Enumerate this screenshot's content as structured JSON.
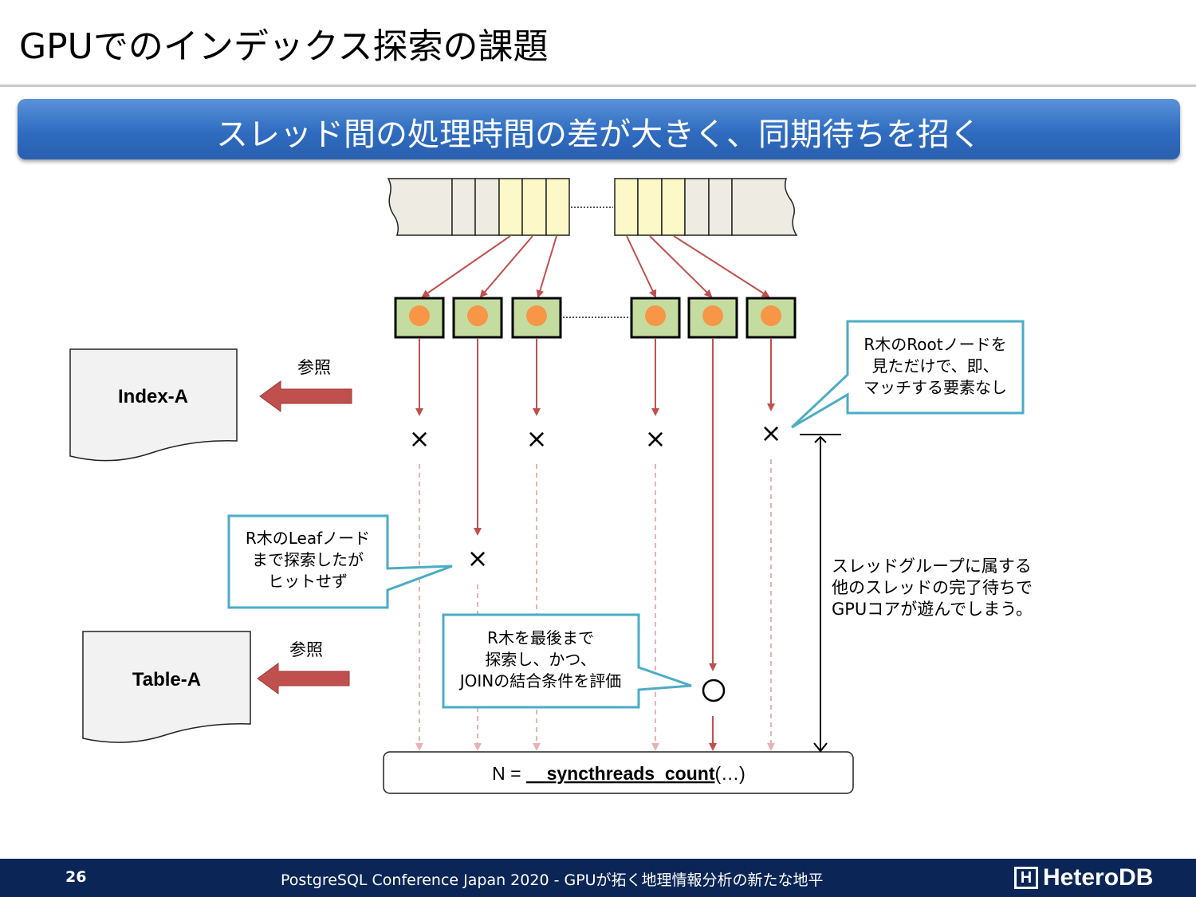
{
  "slide": {
    "title": "GPUでのインデックス探索の課題",
    "banner": "スレッド間の処理時間の差が大きく、同期待ちを招く"
  },
  "documents": {
    "index": {
      "label": "Index-A",
      "ref_label": "参照"
    },
    "table": {
      "label": "Table-A",
      "ref_label": "参照"
    }
  },
  "marks": {
    "miss": "×",
    "hit": "○"
  },
  "callouts": {
    "root": [
      "R木のRootノードを",
      "見ただけで、即、",
      "マッチする要素なし"
    ],
    "leaf": [
      "R木のLeafノード",
      "まで探索したが",
      "ヒットせず"
    ],
    "full": [
      "R木を最後まで",
      "探索し、かつ、",
      "JOINの結合条件を評価"
    ]
  },
  "wait_note": [
    "スレッドグループに属する",
    "他のスレッドの完了待ちで",
    "GPUコアが遊んでしまう。"
  ],
  "sync": {
    "prefix": "N = ",
    "func": "__syncthreads_count",
    "suffix": "(…)"
  },
  "footer": {
    "page": "26",
    "text": "PostgreSQL Conference Japan 2020 - GPUが拓く地理情報分析の新たな地平",
    "logo": "HeteroDB",
    "logo_mark": "H"
  },
  "colors": {
    "banner": "#2f6cc0",
    "arrow": "#c0504d",
    "dashed": "#e6b3b1",
    "callout_border": "#4bacc6",
    "thread_box": "#c5dca0",
    "thread_dot": "#f79646",
    "cell_highlight": "#fdf8c8",
    "cell": "#eeece2",
    "footer": "#0b2656"
  }
}
